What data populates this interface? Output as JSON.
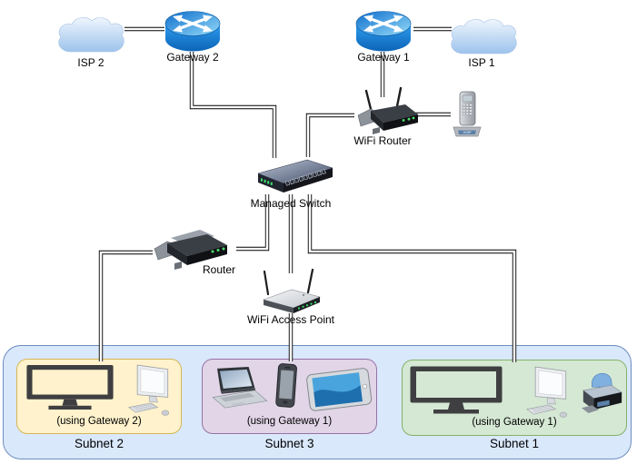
{
  "diagram": {
    "type": "network-topology",
    "nodes": {
      "isp2": {
        "label": "ISP 2",
        "icon": "cloud-icon"
      },
      "gateway2": {
        "label": "Gateway 2",
        "icon": "cisco-router-icon"
      },
      "gateway1": {
        "label": "Gateway 1",
        "icon": "cisco-router-icon"
      },
      "isp1": {
        "label": "ISP 1",
        "icon": "cloud-icon"
      },
      "wifi_router": {
        "label": "WiFi Router",
        "icon": "wifi-router-icon"
      },
      "voip_phone": {
        "label": "",
        "icon": "voip-phone-icon",
        "badge": "VOIP"
      },
      "managed_switch": {
        "label": "Managed Switch",
        "icon": "switch-icon"
      },
      "router": {
        "label": "Router",
        "icon": "router-device-icon"
      },
      "wifi_ap": {
        "label": "WiFi Access Point",
        "icon": "access-point-icon"
      }
    },
    "subnets": [
      {
        "name": "Subnet 2",
        "note": "(using Gateway 2)",
        "fill": "#fff2cc",
        "border": "#d6b656",
        "devices": [
          "tv",
          "desktop-pc"
        ]
      },
      {
        "name": "Subnet 3",
        "note": "(using Gateway 1)",
        "fill": "#e1d5e7",
        "border": "#9673a6",
        "devices": [
          "laptop",
          "smartphone",
          "tablet"
        ]
      },
      {
        "name": "Subnet 1",
        "note": "(using Gateway 1)",
        "fill": "#d5e8d4",
        "border": "#82b366",
        "devices": [
          "tv",
          "desktop-pc",
          "printer"
        ]
      }
    ],
    "lan_container": {
      "fill": "#dae8fc",
      "border": "#6c8ebf"
    },
    "link_style": "double-parallel-lines",
    "connections": [
      {
        "from": "ISP 2",
        "to": "Gateway 2"
      },
      {
        "from": "Gateway 2",
        "to": "Managed Switch"
      },
      {
        "from": "Gateway 1",
        "to": "ISP 1"
      },
      {
        "from": "Gateway 1",
        "to": "WiFi Router"
      },
      {
        "from": "WiFi Router",
        "to": "VOIP Phone"
      },
      {
        "from": "WiFi Router",
        "to": "Managed Switch"
      },
      {
        "from": "Managed Switch",
        "to": "Router"
      },
      {
        "from": "Managed Switch",
        "to": "WiFi Access Point"
      },
      {
        "from": "Managed Switch",
        "to": "Subnet 1"
      },
      {
        "from": "Router",
        "to": "Subnet 2"
      },
      {
        "from": "WiFi Access Point",
        "to": "Subnet 3"
      }
    ]
  }
}
